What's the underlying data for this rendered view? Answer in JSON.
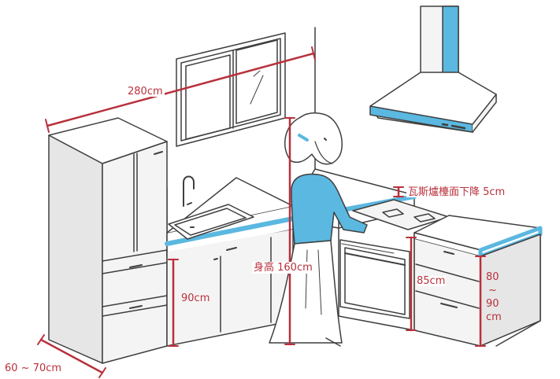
{
  "labels": {
    "width_280": "280cm",
    "gas_stove_drop": "瓦斯爐檯面下降 5cm",
    "height_90": "90cm",
    "person_height": "身高 160cm",
    "height_85": "85cm",
    "height_80_90": [
      "80",
      "~",
      "90",
      "cm"
    ],
    "depth_60_70": "60 ~ 70cm"
  },
  "colors": {
    "line": "#3f3f3f",
    "dimension": "#b8313c",
    "accent_blue": "#5bb8e0",
    "cabinet_fill": "#f4f4f4",
    "shadow_fill": "#e6e6e6"
  }
}
